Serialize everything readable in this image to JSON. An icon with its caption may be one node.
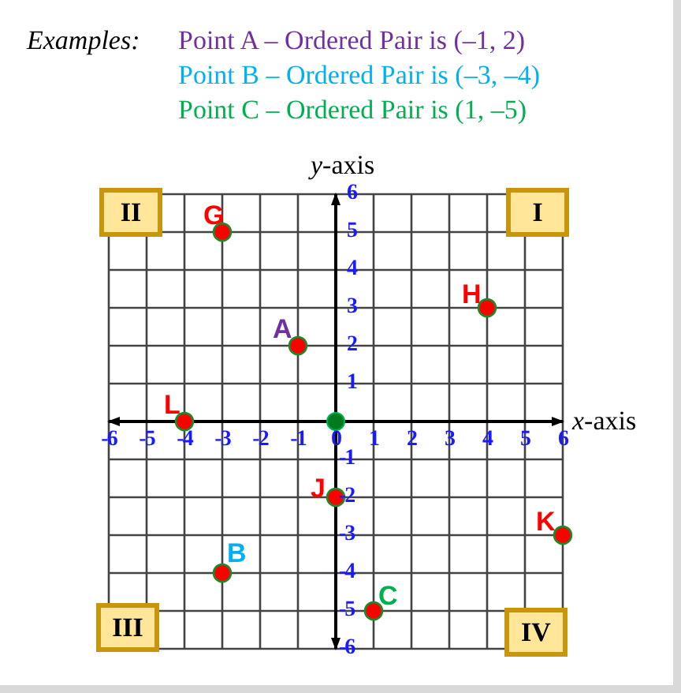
{
  "diagram": {
    "nodes": [
      {
        "text": [
          "II"
        ]
      },
      {
        "text": [
          "I"
        ]
      },
      {
        "text": [
          "III"
        ]
      },
      {
        "text": [
          "IV"
        ]
      },
      {
        "text": [
          "G"
        ]
      },
      {
        "text": [
          "H"
        ]
      },
      {
        "text": [
          "A"
        ]
      },
      {
        "text": [
          "L"
        ]
      },
      {
        "text": [
          "J"
        ]
      },
      {
        "text": [
          "K"
        ]
      },
      {
        "text": [
          "B"
        ]
      },
      {
        "text": [
          "C"
        ]
      }
    ],
    "labels": [
      "Examples:",
      "Point A – Ordered Pair is (–1, 2)",
      "Point B – Ordered Pair is (–3, –4)",
      "Point C – Ordered Pair is (1, –5)",
      "*y*-axis",
      "*x*-axis",
      "-6",
      "-5",
      "-4",
      "-3",
      "-2",
      "-1",
      "0",
      "1",
      "2",
      "3",
      "4",
      "5",
      "6",
      "6",
      "5",
      "4",
      "3",
      "2",
      "1",
      "-1",
      "-2",
      "-3",
      "-4",
      "-5",
      "-6"
    ]
  }
}
